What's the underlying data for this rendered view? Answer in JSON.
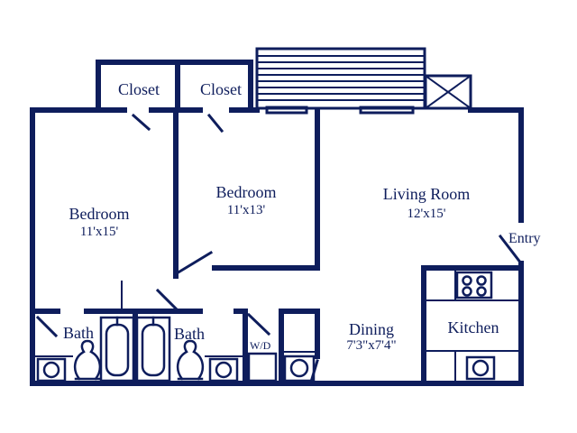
{
  "colors": {
    "wall": "#0e1d5c",
    "background": "#ffffff"
  },
  "rooms": {
    "closet_left": {
      "name": "Closet"
    },
    "closet_right": {
      "name": "Closet"
    },
    "bedroom_left": {
      "name": "Bedroom",
      "size": "11'x15'"
    },
    "bedroom_mid": {
      "name": "Bedroom",
      "size": "11'x13'"
    },
    "living_room": {
      "name": "Living Room",
      "size": "12'x15'"
    },
    "bath_left": {
      "name": "Bath"
    },
    "bath_right": {
      "name": "Bath"
    },
    "laundry": {
      "name": "W/D"
    },
    "dining": {
      "name": "Dining",
      "size": "7'3\"x7'4\""
    },
    "kitchen": {
      "name": "Kitchen"
    }
  },
  "entry": {
    "label": "Entry"
  },
  "icons": [
    "balcony-deck-icon",
    "hvac-closet-icon",
    "bathtub-icon",
    "toilet-icon",
    "sink-icon",
    "stove-icon",
    "washer-dryer-icon",
    "water-heater-icon",
    "door-swing-icon"
  ]
}
